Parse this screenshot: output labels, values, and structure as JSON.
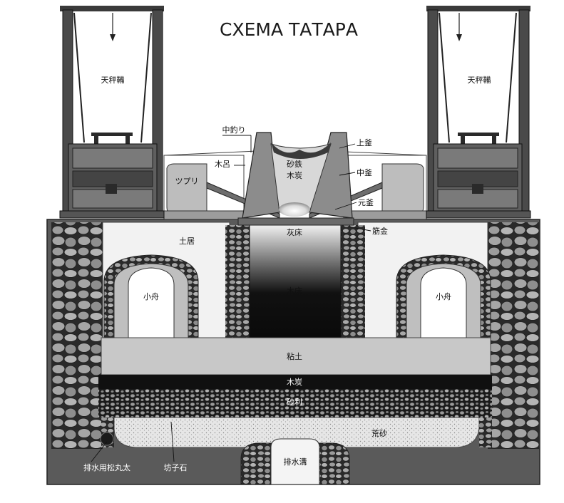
{
  "title": "СХЕМА ТАТАРА",
  "labels": {
    "tenbin_left": "天秤鞴",
    "tenbin_right": "天秤鞴",
    "nakatsuri": "中釣り",
    "kamigama": "上釜",
    "kiro": "木呂",
    "satetsu": "砂鉄",
    "mokutan_top": "木炭",
    "nakagama": "中釜",
    "tsupuri": "ツプリ",
    "motogama": "元釜",
    "doi": "土居",
    "haidoko": "灰床",
    "sujigane": "筋金",
    "kobune_left": "小舟",
    "kobune_right": "小舟",
    "kidoko": "木床",
    "nendo": "粘土",
    "mokutan_layer": "木炭",
    "jari": "砂利",
    "arasuna": "荒砂",
    "haisui_log": "排水用松丸太",
    "bosi_ishi": "坊子石",
    "haisui_ko": "排水溝"
  },
  "colors": {
    "ground": "#5a5a5a",
    "clay": "#c8c8c8",
    "charcoal": "#101010",
    "stone": "#9a9a9a",
    "furnace_wall": "#8c8c8c",
    "light_fill": "#f2f2f2"
  }
}
